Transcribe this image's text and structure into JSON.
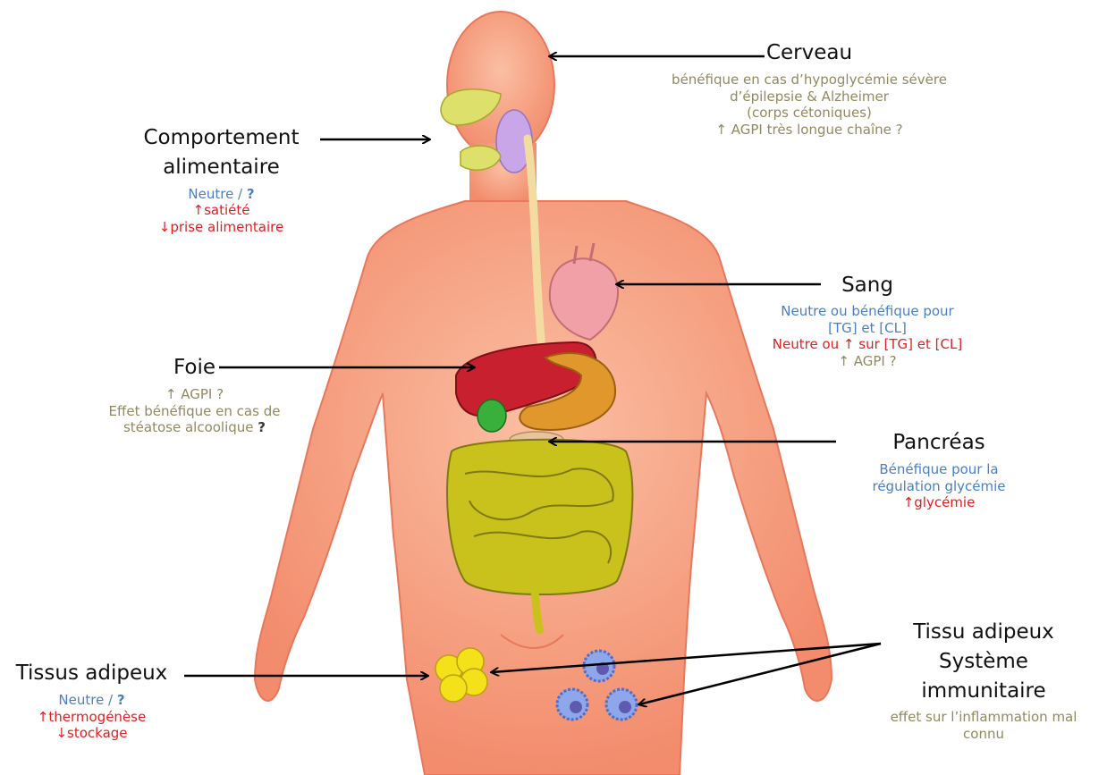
{
  "diagram": {
    "colors": {
      "skin": "#f7a98a",
      "skin_dark": "#e8775c",
      "liver": "#c8202f",
      "intestine": "#c9c21c",
      "stomach": "#e0982c",
      "gallbladder": "#39b03a",
      "heart": "#f0a0a6",
      "brain": "#c8a6e8",
      "adipocyte": "#f5e11a",
      "immune_cell": "#4a6fd0",
      "blue_text": "#4a7fc4",
      "red_text": "#e31e1e",
      "olive_text": "#8f8a5f"
    },
    "labels": {
      "cerveau": {
        "title": "Cerveau",
        "lines": [
          "bénéfique en cas d’hypoglycémie sévère",
          "d’épilepsie & Alzheimer",
          "(corps cétoniques)",
          "↑ AGPI très longue chaîne ?"
        ]
      },
      "comportement": {
        "title1": "Comportement",
        "title2": "alimentaire",
        "line1": "Neutre / ",
        "line1_q": "?",
        "line2": "↑satiété",
        "line3": "↓prise alimentaire"
      },
      "sang": {
        "title": "Sang",
        "line1": "Neutre ou bénéfique pour",
        "line2": "[TG] et [CL]",
        "line3": "Neutre ou ↑ sur [TG] et [CL]",
        "line4": "↑ AGPI ?"
      },
      "foie": {
        "title": "Foie",
        "line1": "↑ AGPI ?",
        "line2": "Effet bénéfique en cas de",
        "line3": "stéatose alcoolique ",
        "line3_q": "?"
      },
      "pancreas": {
        "title": "Pancréas",
        "line1": "Bénéfique pour la",
        "line2": "régulation glycémie",
        "line3": "↑glycémie"
      },
      "tissus_adipeux": {
        "title": "Tissus adipeux",
        "line1": "Neutre / ",
        "line1_q": "?",
        "line2": "↑thermogénèse",
        "line3": "↓stockage"
      },
      "tissu_immunitaire": {
        "title1": "Tissu adipeux",
        "title2": "Système",
        "title3": "immunitaire",
        "line1": "effet sur l’inflammation mal",
        "line2": "connu"
      }
    }
  }
}
